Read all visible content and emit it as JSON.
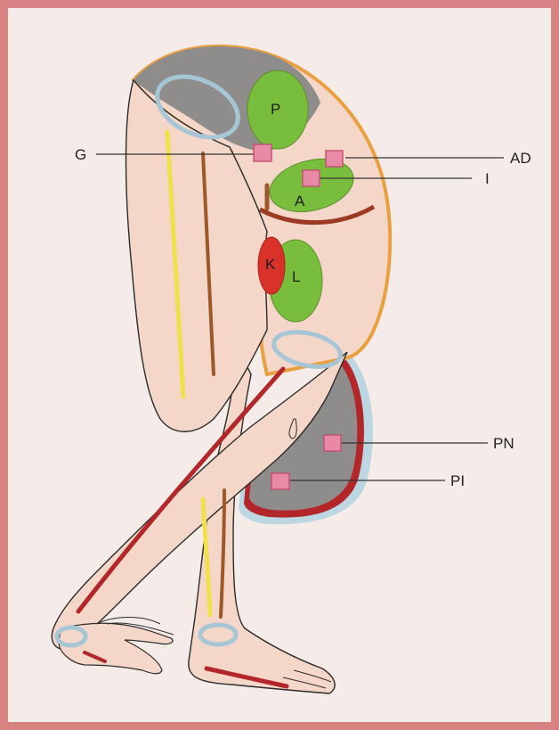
{
  "diagram": {
    "organ_labels": {
      "p": "P",
      "a": "A",
      "l": "L",
      "k": "K"
    },
    "callouts": {
      "g": "G",
      "ad": "AD",
      "i": "I",
      "pn": "PN",
      "pi": "PI"
    },
    "colors": {
      "frame": "#d98283",
      "background": "#f5ece9",
      "skin": "#f4d7c9",
      "abdomen_orange": "#e8a040",
      "organ_green": "#79bd3c",
      "organ_red": "#d8322a",
      "gray_region": "#8f8c8c",
      "blue_ring": "#a6c6d6",
      "line_yellow": "#f0e04a",
      "line_brown": "#9c5a2c",
      "line_red": "#b3262a",
      "marker_pink": "#e88aa5"
    }
  }
}
